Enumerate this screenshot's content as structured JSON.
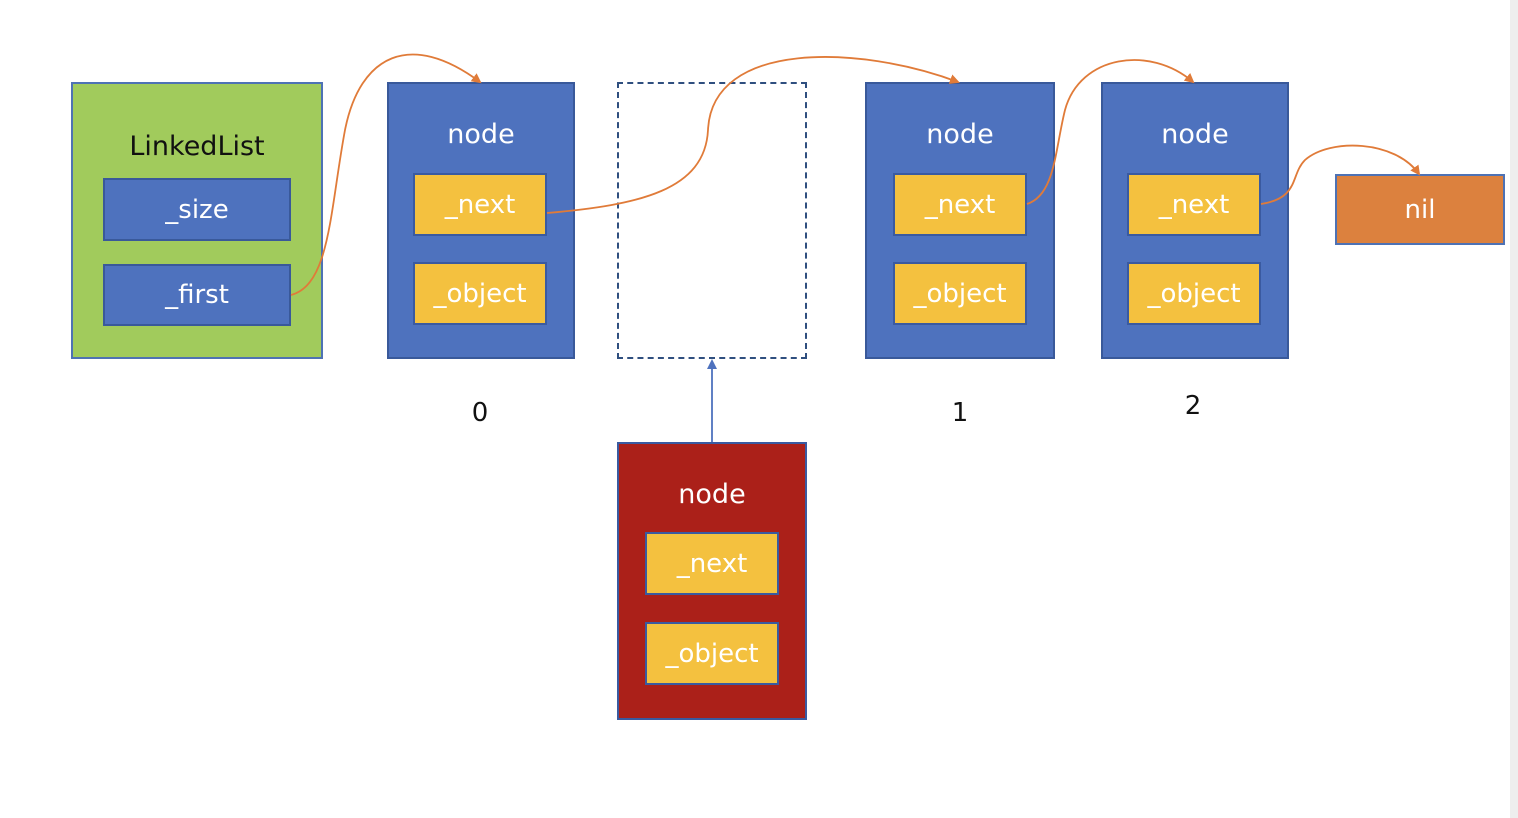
{
  "linked_list": {
    "title": "LinkedList",
    "fields": [
      "_size",
      "_first"
    ]
  },
  "nodes": [
    {
      "title": "node",
      "next_label": "_next",
      "object_label": "_object",
      "index": "0"
    },
    {
      "title": "node",
      "next_label": "_next",
      "object_label": "_object",
      "index": "1"
    },
    {
      "title": "node",
      "next_label": "_next",
      "object_label": "_object",
      "index": "2"
    }
  ],
  "new_node": {
    "title": "node",
    "next_label": "_next",
    "object_label": "_object"
  },
  "nil_label": "nil",
  "colors": {
    "linked_list_fill": "#a1cb5c",
    "node_fill": "#4e72be",
    "field_fill": "#f4c13f",
    "new_node_fill": "#ab2019",
    "nil_fill": "#dc813e",
    "pointer_arrow": "#e07b39",
    "insert_arrow": "#4e72be"
  }
}
